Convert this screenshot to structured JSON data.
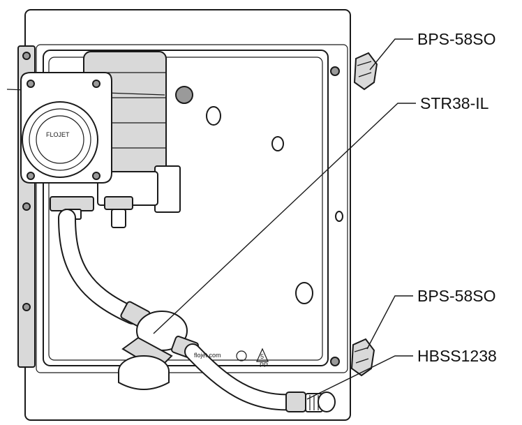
{
  "callouts": [
    {
      "id": "top-knob",
      "label": "BPS-58SO"
    },
    {
      "id": "strainer",
      "label": "STR38-IL"
    },
    {
      "id": "bottom-knob",
      "label": "BPS-58SO"
    },
    {
      "id": "hose-barb",
      "label": "HBSS1238"
    }
  ],
  "pump_brand": "FLOJET",
  "plate_url_fragment": "flojet.com",
  "plate_mark": "5",
  "plate_mark_sub": "PP"
}
